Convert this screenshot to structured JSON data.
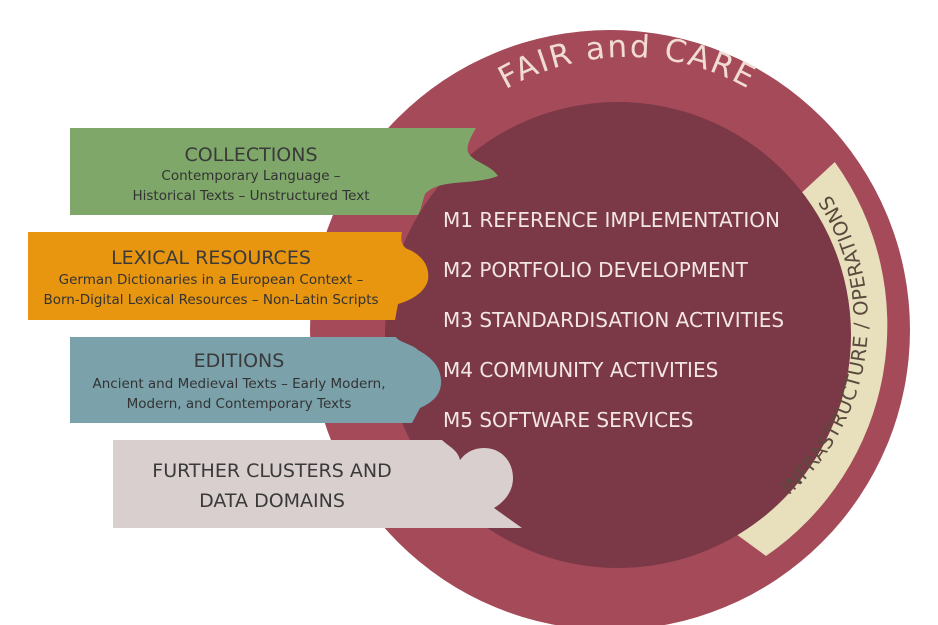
{
  "colors": {
    "outer_ring": "#a54a58",
    "inner_circle": "#7b3846",
    "operations_band": "#e8dfbd",
    "collections": "#7fa76a",
    "lexical": "#e8960f",
    "editions": "#7ba1ab",
    "further": "#d9cfce"
  },
  "ring": {
    "title": "FAIR and CARE"
  },
  "band": {
    "title": "INFRASTRUCTURE / OPERATIONS"
  },
  "inner": {
    "items": [
      "M1 REFERENCE IMPLEMENTATION",
      "M2 PORTFOLIO DEVELOPMENT",
      "M3 STANDARDISATION ACTIVITIES",
      "M4 COMMUNITY ACTIVITIES",
      "M5 SOFTWARE SERVICES"
    ]
  },
  "tabs": {
    "collections": {
      "title": "COLLECTIONS",
      "lines": [
        "Contemporary Language –",
        "Historical Texts – Unstructured Text"
      ]
    },
    "lexical": {
      "title": "LEXICAL RESOURCES",
      "lines": [
        "German Dictionaries in a European Context  –",
        "Born-Digital Lexical Resources  – Non-Latin Scripts"
      ]
    },
    "editions": {
      "title": "EDITIONS",
      "lines": [
        "Ancient and Medieval Texts  – Early Modern,",
        "Modern, and Contemporary Texts"
      ]
    },
    "further": {
      "lines": [
        "FURTHER CLUSTERS AND",
        "DATA DOMAINS"
      ]
    }
  }
}
